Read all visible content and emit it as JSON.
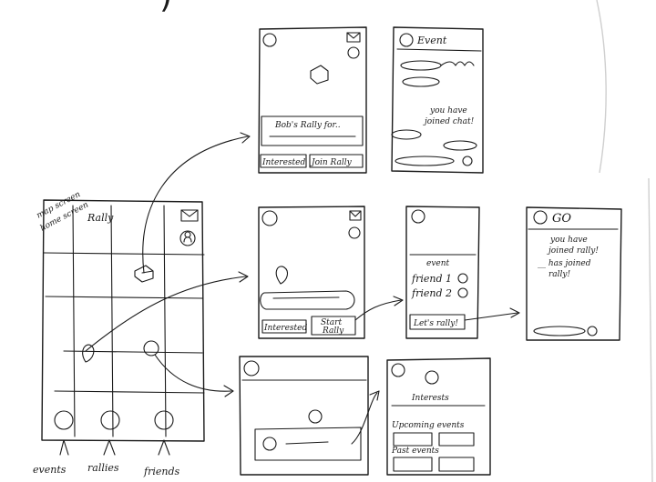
{
  "header": {
    "title": ") ‒ ‒ ‒ ‒ ‒ ‒ ‒ ‒ ‒ ‒ ‒ ‒ ‒ ‒ ‒ ‒ ‒ ‒ ‒ ‒ ‒ ‒ ‒ ‒ ‒ ‒ ‒ ‒ ‒ ‒ ‒ ‒ ‒ ‒ ‒ ‒ ‒ ‒ ‒ ‒ ‒ ‒ ‒ ‒ ‒ ‒ ‒ ‒ ‒ ‒ ‒ ‒ ‒ ‒ ‒ ‒ ‒ ‒ ‒ ‒ ‒ ‒ ‒ ‒ ‒ ‒ ‒ ‒ ‒ ‒ ‒ ‒ ‒ ‒ ‒ ‒ ‒ ‒ ‒ ‒ ‒ ‒ ‒ ‒ ‒ ‒ ‒ ‒ ‒ ‒ ‒ ‒ ‒ ‒ ‒ ‒ ‒ ‒ ‒ ‒ ‒ ‒ ‒ ‒ ‒ ‒"
  },
  "map_screen": {
    "note_line1": "map screen",
    "note_line2": "home screen",
    "search_text": "Rally",
    "bottom_labels": [
      "events",
      "rallies",
      "friends"
    ]
  },
  "rally_detail": {
    "card_title": "Bob's Rally for..",
    "interested": "Interested",
    "join": "Join Rally"
  },
  "event_chat": {
    "title": "Event",
    "joined_message_line1": "you have",
    "joined_message_line2": "joined chat!"
  },
  "event_detail": {
    "interested": "Interested",
    "start_line1": "Start",
    "start_line2": "Rally"
  },
  "invite_friends": {
    "header": "event",
    "friends": [
      "friend 1",
      "friend 2"
    ],
    "lets_rally": "Let's rally!"
  },
  "rally_chat": {
    "title": "GO",
    "msg_line1": "you have",
    "msg_line2": "joined rally!",
    "msg_line3": "__ has joined",
    "msg_line4": "rally!"
  },
  "profile": {
    "interests": "Interests",
    "upcoming": "Upcoming events",
    "past": "Past events"
  }
}
